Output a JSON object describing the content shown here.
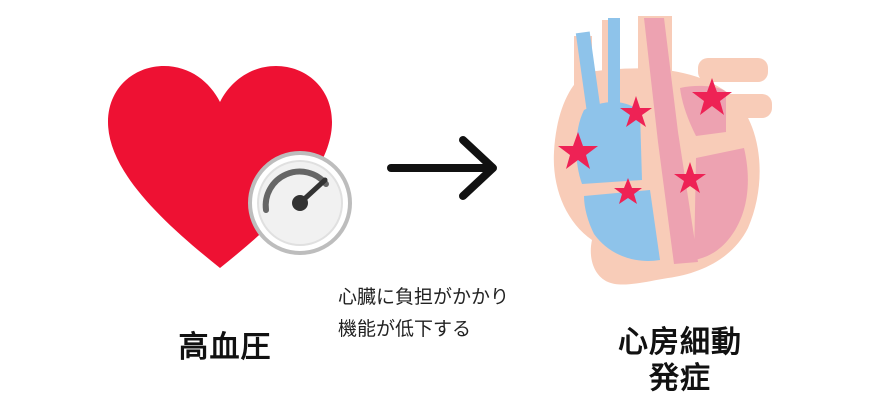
{
  "left": {
    "label": "高血圧",
    "heart_color": "#ee1133",
    "gauge_icon": "speedometer-gauge-icon"
  },
  "center": {
    "arrow_icon": "arrow-right-icon",
    "caption_line1": "心臓に負担がかかり",
    "caption_line2": "機能が低下する"
  },
  "right": {
    "label_line1": "心房細動",
    "label_line2": "発症",
    "illustration": "heart-anatomy-with-stars",
    "star_color": "#ee2255",
    "blue_color": "#8ec3ea",
    "pink_color": "#eda2b1",
    "skin_color": "#f8ccb8"
  }
}
